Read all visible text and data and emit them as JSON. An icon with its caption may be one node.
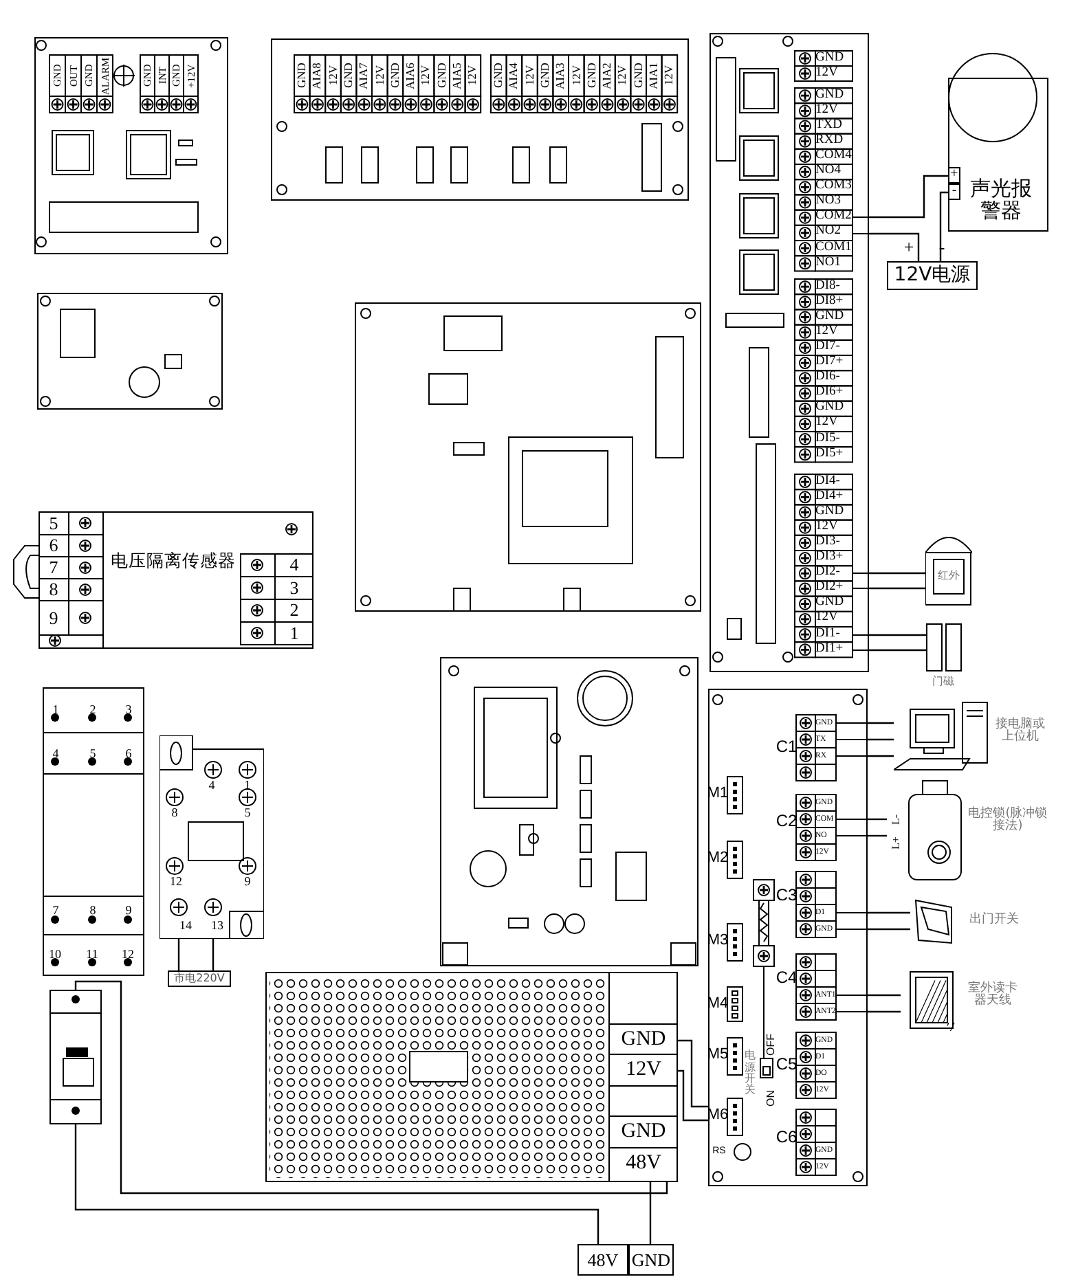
{
  "diagram": {
    "nodes": [
      {
        "text": [
          "GND",
          "OUT",
          "GND",
          "ALARM",
          "GND",
          "INT",
          "GND",
          "+12V"
        ]
      },
      {
        "text": [
          "GND",
          "AIA8",
          "12V",
          "GND",
          "AIA7",
          "12V",
          "GND",
          "AIA6",
          "12V",
          "GND",
          "AIA5",
          "12V",
          "GND",
          "AIA4",
          "12V",
          "GND",
          "AIA3",
          "12V",
          "GND",
          "AIA2",
          "12V",
          "GND",
          "AIA1",
          "12V"
        ]
      },
      {
        "text": [
          "GND",
          "12V",
          "GND",
          "12V",
          "TXD",
          "RXD",
          "COM4",
          "NO4",
          "COM3",
          "NO3",
          "COM2",
          "NO2",
          "COM1",
          "NO1",
          "DI8-",
          "DI8+",
          "GND",
          "12V",
          "DI7-",
          "DI7+",
          "DI6-",
          "DI6+",
          "GND",
          "12V",
          "DI5-",
          "DI5+",
          "DI4-",
          "DI4+",
          "GND",
          "12V",
          "DI3-",
          "DI3+",
          "DI2-",
          "DI2+",
          "GND",
          "12V",
          "DI1-",
          "DI1+"
        ]
      },
      {
        "text": [
          "+",
          "-",
          "声光报警器"
        ]
      },
      {
        "text": [
          "12V电源"
        ],
        "beside": [
          "+",
          "-"
        ]
      },
      {
        "text": [],
        "shape": "box"
      },
      {
        "text": [],
        "shape": "box"
      },
      {
        "text": [
          "5",
          "6",
          "7",
          "8",
          "9",
          "电压隔离传感器",
          "4",
          "3",
          "2",
          "1"
        ]
      },
      {
        "text": [
          "红外"
        ]
      },
      {
        "text": [
          "门磁"
        ]
      },
      {
        "text": [],
        "shape": "box"
      },
      {
        "text": [
          "1",
          "2",
          "3",
          "4",
          "5",
          "6",
          "7",
          "8",
          "9",
          "10",
          "11",
          "12"
        ]
      },
      {
        "text": [
          "4",
          "1",
          "8",
          "5",
          "12",
          "9",
          "14",
          "13"
        ]
      },
      {
        "text": [
          "市电220V"
        ]
      },
      {
        "text": [],
        "shape": "box"
      },
      {
        "text": [
          "GND",
          "12V",
          "GND",
          "48V"
        ]
      },
      {
        "text": [
          "48V"
        ]
      },
      {
        "text": [
          "GND"
        ]
      },
      {
        "text": [
          "GND",
          "TX",
          "RX",
          "C1",
          "M1",
          "GND",
          "COM",
          "NO",
          "12V",
          "C2",
          "M2",
          "D1",
          "GND",
          "C3",
          "M3",
          "ANT1",
          "ANT2",
          "C4",
          "M4",
          "电源开关",
          "OFF",
          "GND",
          "D1",
          "DO",
          "12V",
          "C5",
          "M5",
          "ON",
          "M6",
          "GND",
          "12V",
          "C6",
          "RS"
        ]
      },
      {
        "text": [
          "接电脑或上位机"
        ]
      },
      {
        "text": [
          "L-",
          "L+",
          "电控锁(脉冲锁接法)"
        ]
      },
      {
        "text": [
          "出门开关"
        ]
      },
      {
        "text": [
          "室外读卡器天线"
        ]
      }
    ],
    "edges": [
      {
        "from": 2,
        "to": 3,
        "arrow": "none"
      },
      {
        "from": 2,
        "to": 4,
        "arrow": "none"
      },
      {
        "from": 3,
        "to": 4,
        "arrow": "none"
      },
      {
        "from": 2,
        "to": 8,
        "arrow": "none"
      },
      {
        "from": 2,
        "to": 8,
        "arrow": "none"
      },
      {
        "from": 2,
        "to": 9,
        "arrow": "none"
      },
      {
        "from": 2,
        "to": 9,
        "arrow": "none"
      },
      {
        "from": 18,
        "to": 19,
        "arrow": "none"
      },
      {
        "from": 18,
        "to": 19,
        "arrow": "none"
      },
      {
        "from": 18,
        "to": 19,
        "arrow": "none"
      },
      {
        "from": 18,
        "to": 20,
        "arrow": "none"
      },
      {
        "from": 18,
        "to": 20,
        "arrow": "none"
      },
      {
        "from": 18,
        "to": 21,
        "arrow": "none"
      },
      {
        "from": 18,
        "to": 21,
        "arrow": "none"
      },
      {
        "from": 18,
        "to": 22,
        "arrow": "none"
      },
      {
        "from": 18,
        "to": 22,
        "arrow": "none"
      },
      {
        "from": 12,
        "to": 13,
        "arrow": "none"
      },
      {
        "from": 12,
        "to": 13,
        "arrow": "none"
      },
      {
        "from": 15,
        "to": 18,
        "arrow": "none"
      },
      {
        "from": 15,
        "to": 18,
        "arrow": "none"
      },
      {
        "from": 15,
        "to": 17,
        "arrow": "none"
      },
      {
        "from": 14,
        "to": 16,
        "arrow": "none"
      },
      {
        "from": 14,
        "to": 15,
        "arrow": "none"
      }
    ]
  }
}
